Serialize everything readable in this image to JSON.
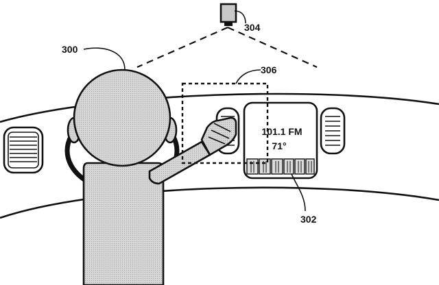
{
  "figure": {
    "labels": {
      "driver": "300",
      "camera": "304",
      "gesture_zone": "306",
      "display": "302"
    },
    "display": {
      "line1": "101.1 FM",
      "line2": "71°"
    },
    "colors": {
      "ink": "#111111",
      "fill_grey": "#d2d2d2",
      "background": "#ffffff"
    }
  }
}
